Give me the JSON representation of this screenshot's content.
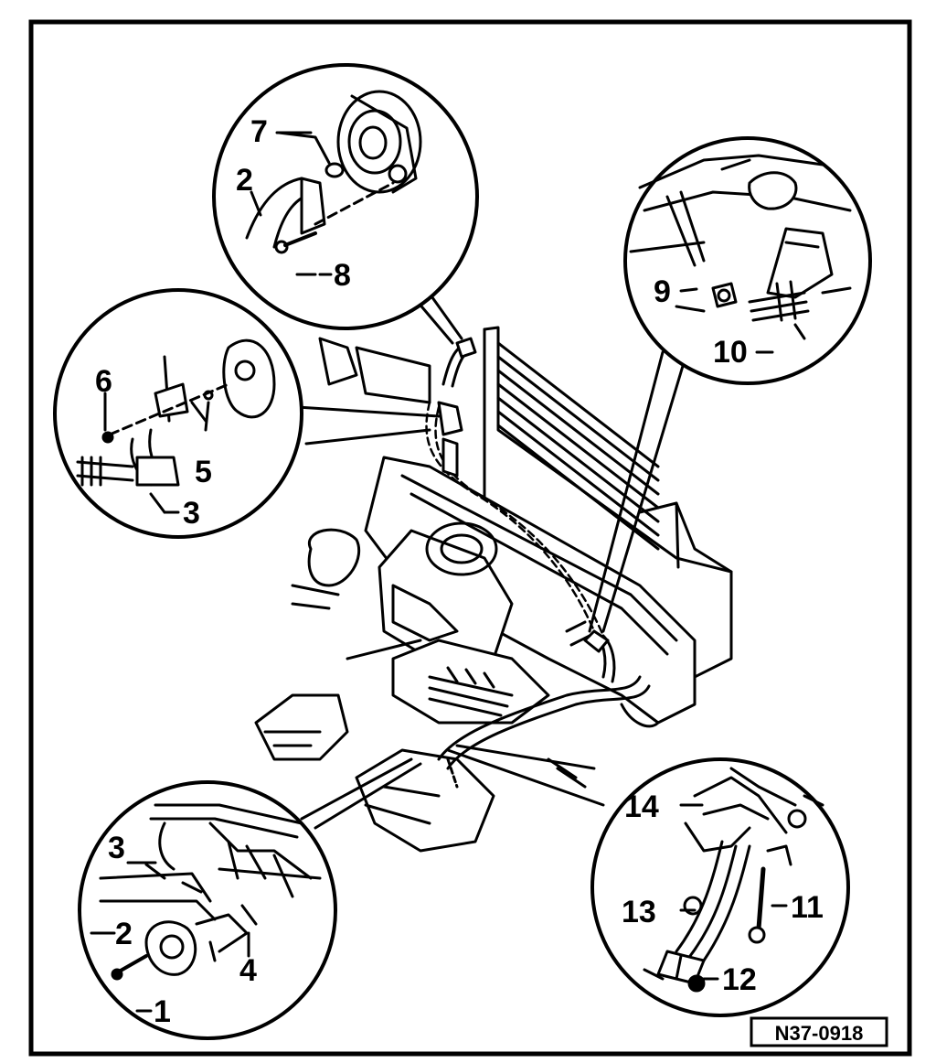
{
  "labels": {
    "l1": "1",
    "l2a": "2",
    "l2b": "2",
    "l3a": "3",
    "l3b": "3",
    "l4": "4",
    "l5": "5",
    "l6": "6",
    "l7": "7",
    "l8": "8",
    "l9": "9",
    "l10": "10",
    "l11": "11",
    "l12": "12",
    "l13": "13",
    "l14": "14"
  },
  "figure_ref": "N37-0918"
}
